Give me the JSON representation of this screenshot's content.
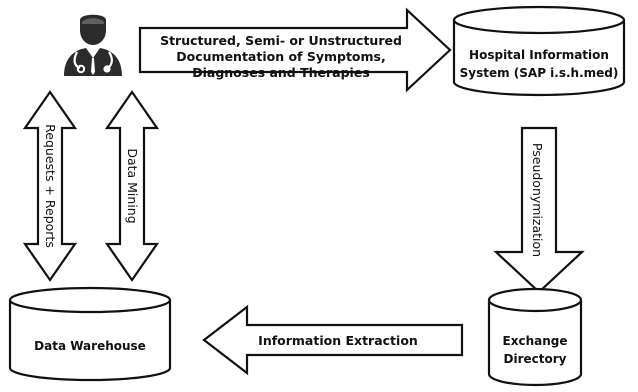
{
  "nodes": {
    "physician": {
      "icon": "doctor-icon"
    },
    "his": {
      "line1": "Hospital Information",
      "line2": "System (SAP i.s.h.med)"
    },
    "exchange": {
      "line1": "Exchange",
      "line2": "Directory"
    },
    "warehouse": {
      "label": "Data Warehouse"
    }
  },
  "edges": {
    "documentation": {
      "line1": "Structured, Semi- or Unstructured",
      "line2": "Documentation of Symptoms,",
      "line3": "Diagnoses and Therapies"
    },
    "pseudonymization": {
      "label": "Pseudonymization"
    },
    "extraction": {
      "label": "Information Extraction"
    },
    "requests": {
      "label": "Requests + Reports"
    },
    "mining": {
      "label": "Data Mining"
    }
  },
  "colors": {
    "stroke": "#111111",
    "fill": "#ffffff",
    "icon": "#2b2b2b"
  }
}
